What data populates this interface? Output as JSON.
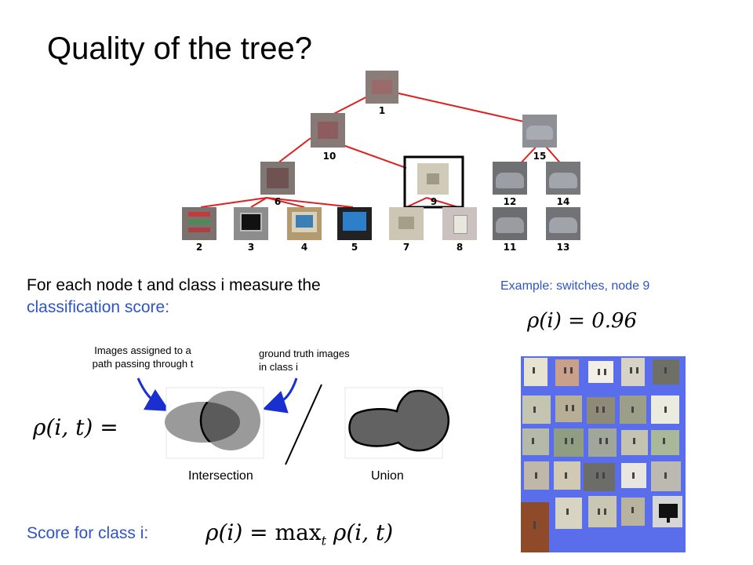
{
  "slide": {
    "title": "Quality of the tree?",
    "lead_line1": "For each node t and class i measure the",
    "lead_line2": "classification score:",
    "example_label": "Example: switches, node 9",
    "rho_node": "ρ(i) = 0.96",
    "annot_assigned_line1": "Images assigned to a",
    "annot_assigned_line2": "path passing through t",
    "annot_truth_line1": "ground truth images",
    "annot_truth_line2": "in class i",
    "rho_it": "ρ(i, t) =",
    "intersection_label": "Intersection",
    "union_label": "Union",
    "score_label": "Score for class i:",
    "score_eq_lhs": "ρ(i) = ",
    "score_eq_max": "max",
    "score_eq_sub": "t",
    "score_eq_rhs": " ρ(i, t)"
  },
  "tree": {
    "node_labels": [
      "1",
      "10",
      "15",
      "6",
      "9",
      "12",
      "14",
      "2",
      "3",
      "4",
      "5",
      "7",
      "8",
      "11",
      "13"
    ],
    "edge_color": "#e02020",
    "highlighted_node": "9"
  },
  "colors": {
    "accent_blue": "#2e54c8",
    "arrow_blue": "#1a2fd0",
    "mosaic_background": "#5a6dea"
  }
}
